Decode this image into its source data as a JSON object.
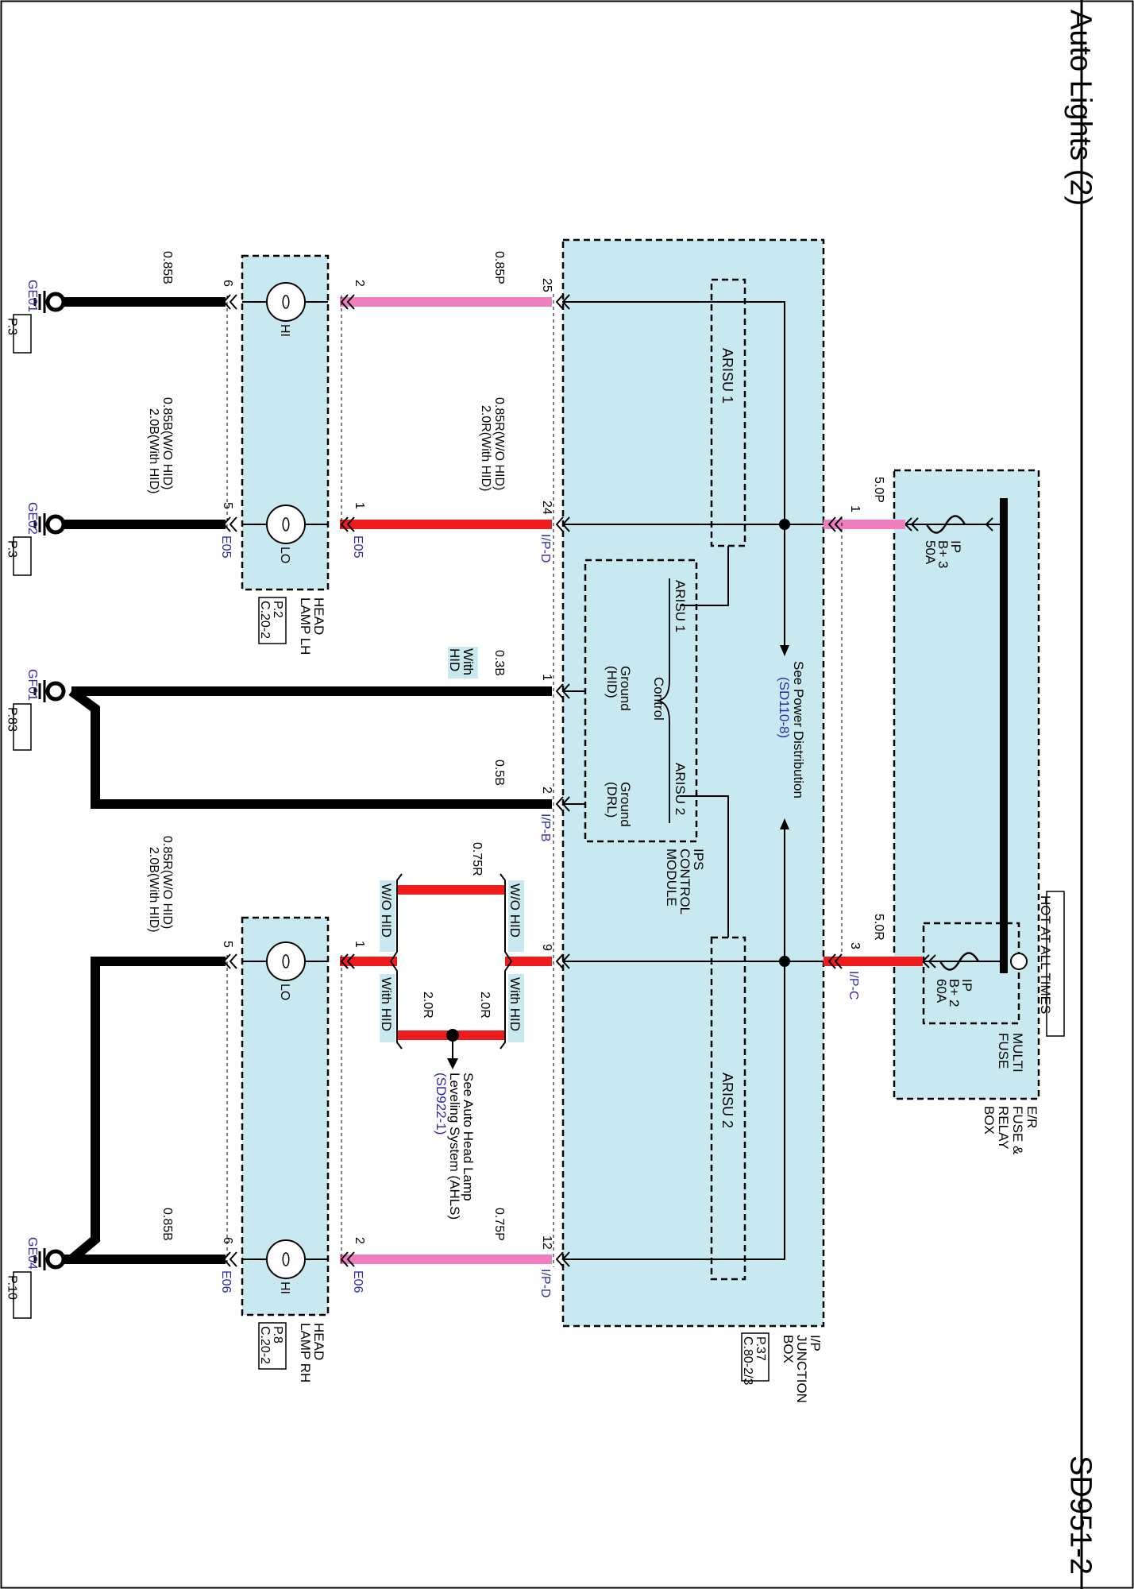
{
  "header": {
    "title": "Auto Lights (2)",
    "page_code": "SD951-2"
  },
  "hot_at_all_times": "HOT AT ALL TIMES",
  "er_box": {
    "name_lines": [
      "E/R",
      "FUSE &",
      "RELAY",
      "BOX"
    ],
    "multi_fuse_lines": [
      "MULTI",
      "FUSE"
    ]
  },
  "fuses": [
    {
      "lines": [
        "IP",
        "B+ 3",
        "50A"
      ]
    },
    {
      "lines": [
        "IP",
        "B+ 2",
        "60A"
      ]
    }
  ],
  "ip_junction_box": {
    "name_lines": [
      "I/P",
      "JUNCTION",
      "BOX"
    ],
    "ref_lines": [
      "P.37",
      "C.80-2/3"
    ],
    "arisu1": "ARISU 1",
    "arisu2": "ARISU 2",
    "power_dist_note": "See Power Distribution",
    "power_dist_ref": "(SD110-8)"
  },
  "ips_module": {
    "name_lines": [
      "IPS",
      "CONTROL",
      "MODULE"
    ],
    "arisu1": "ARISU 1",
    "arisu2": "ARISU 2",
    "control": "Control",
    "ground_hid": [
      "Ground",
      "(HID)"
    ],
    "ground_drl": [
      "Ground",
      "(DRL)"
    ]
  },
  "connectors": {
    "ipd": "I/P-D",
    "ipb": "I/P-B",
    "ipc": "I/P-C",
    "e05": "E05",
    "e06": "E06"
  },
  "pins": {
    "ip25": "25",
    "ip24": "24",
    "ipb1": "1",
    "ipb2": "2",
    "ip9": "9",
    "ip12": "12",
    "er1": "1",
    "er3": "3",
    "lh2": "2",
    "lh1": "1",
    "lh6": "6",
    "lh5": "5",
    "rh1": "1",
    "rh2": "2",
    "rh5": "5",
    "rh6": "6"
  },
  "wires": {
    "w_085p": "0.85P",
    "w_085r": [
      "0.85R(W/O HID)",
      "2.0R(With HID)"
    ],
    "w_50p": "5.0P",
    "w_50r": "5.0R",
    "w_03b": "0.3B",
    "w_05b": "0.5B",
    "w_075r": "0.75R",
    "w_20r_a": "2.0R",
    "w_20r_b": "2.0R",
    "w_075p": "0.75P",
    "w_085b_lh": "0.85B",
    "w_085b_lh_lo": [
      "0.85B(W/O HID)",
      "2.0B(With HID)"
    ],
    "w_085r_rh_lo": [
      "0.85R(W/O HID)",
      "2.0B(With HID)"
    ],
    "w_085b_rh": "0.85B"
  },
  "options": {
    "with_hid": [
      "With",
      "HID"
    ],
    "wo_hid_a": "W/O HID",
    "wo_hid_b": "W/O HID",
    "with_hid_a": "With HID",
    "with_hid_b": "With HID"
  },
  "ahls": {
    "lines": [
      "See Auto Head Lamp",
      "Leveling System (AHLS)"
    ],
    "ref": "(SD922-1)"
  },
  "lamps": {
    "lh": {
      "name_lines": [
        "HEAD",
        "LAMP LH"
      ],
      "ref_lines": [
        "P.2",
        "C.20-2"
      ],
      "hi": "HI",
      "lo": "LO"
    },
    "rh": {
      "name_lines": [
        "HEAD",
        "LAMP RH"
      ],
      "ref_lines": [
        "P.8",
        "C.20-2"
      ],
      "hi": "HI",
      "lo": "LO"
    }
  },
  "grounds": [
    {
      "id": "GE01",
      "ref": "P.3"
    },
    {
      "id": "GE02",
      "ref": "P.3"
    },
    {
      "id": "GF01",
      "ref": "P.83"
    },
    {
      "id": "GE04",
      "ref": "P.10"
    }
  ],
  "colors": {
    "box_fill": "#c9e9f1",
    "wire_red": "#ee1c1c",
    "wire_pink": "#f07ebf",
    "wire_black": "#000000",
    "label_highlight": "#c9e9f1",
    "ref_blue": "#2a2aa8"
  }
}
